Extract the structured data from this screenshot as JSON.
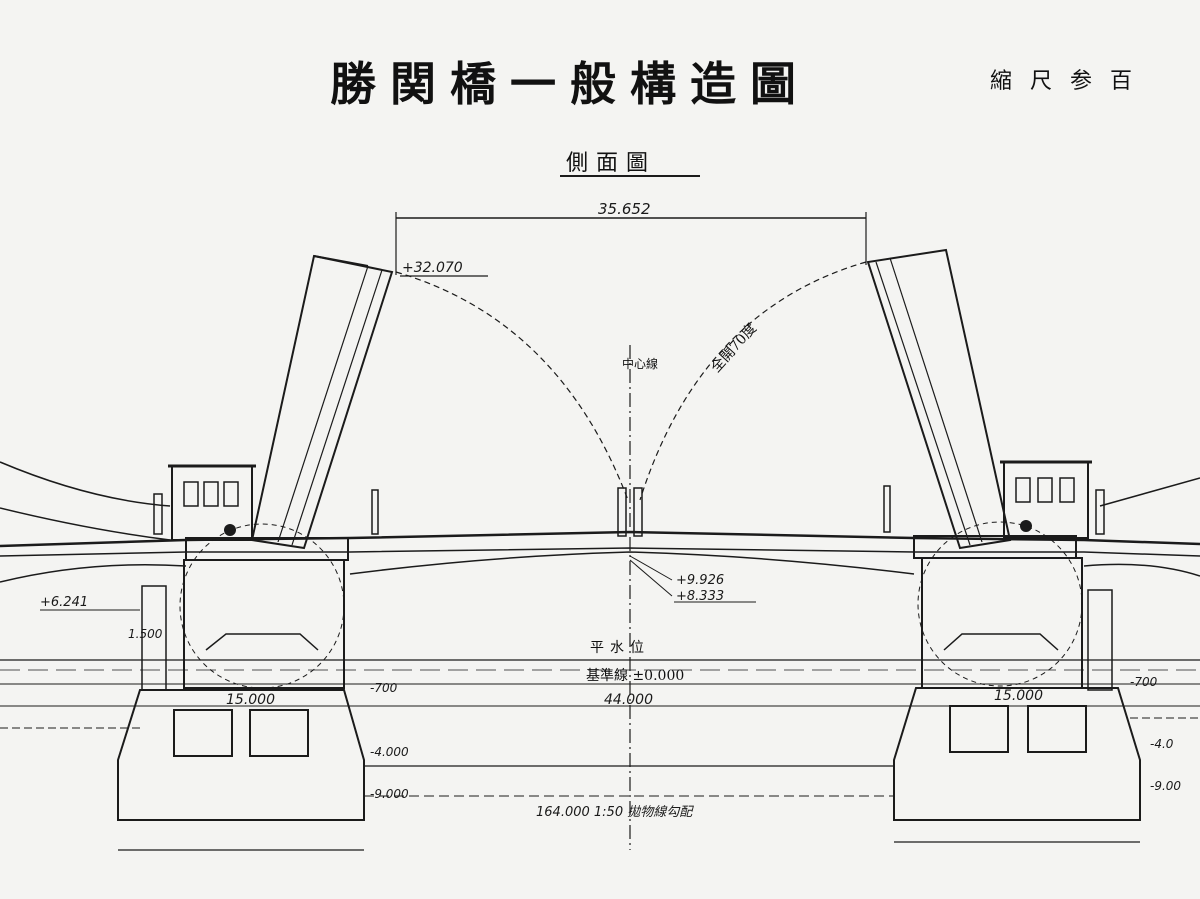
{
  "title": "勝関橋一般構造圖",
  "scale": "縮尺参百",
  "subtitle": "側面圖",
  "dimensions": {
    "span": "35.652",
    "top_level": "+32.070",
    "arc_note": "全開70度",
    "center_line": "中心線",
    "level_a": "+9.926",
    "level_b": "+8.333",
    "left_level": "+6.241",
    "left_height": "1.500",
    "water_level": "平水位",
    "datum": "基準線 ±0.000",
    "width_mid": "44.000",
    "pier_width_left": "15.000",
    "pier_width_right": "15.000",
    "depth_700_left": "-700",
    "depth_700_right": "-700",
    "depth_4000_left": "-4.000",
    "depth_4000_right": "-4.0",
    "depth_9000_left": "-9.000",
    "depth_9000_right": "-9.00",
    "bottom_note": "164.000 1:50 拋物線勾配"
  }
}
